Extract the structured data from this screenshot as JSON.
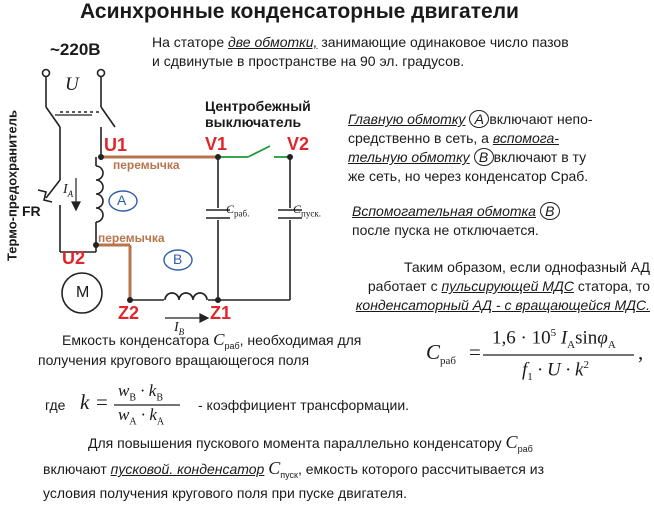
{
  "title": "Асинхронные конденсаторные двигатели",
  "supply": "~220В",
  "labels": {
    "u": "U",
    "centrifugal_line1": "Центробежный",
    "centrifugal_line2": "выключатель",
    "u1": "U1",
    "v1": "V1",
    "v2": "V2",
    "u2": "U2",
    "z1": "Z1",
    "z2": "Z2",
    "jumper_top": "перемычка",
    "jumper_bottom": "перемычка",
    "fr": "FR",
    "thermo": "Термо-предохранитель",
    "ia_i": "I",
    "ia_sub": "A",
    "ib_i": "I",
    "ib_sub": "B",
    "a": "A",
    "b": "B",
    "m": "M",
    "c_work": "C",
    "c_work_sub": "раб.",
    "c_start": "C",
    "c_start_sub": "пуск."
  },
  "right_text": {
    "p1_line1_a": "На статоре ",
    "p1_line1_b": "две обмотки,",
    "p1_line1_c": " занимающие одинаковое число пазов",
    "p1_line2": "и сдвинутые в пространстве на 90 эл. градусов.",
    "p2_a": "Главную обмотку",
    "p2_circle": "A",
    "p2_b": "включают непо-",
    "p2_line2_a": "средственно в сеть, а ",
    "p2_line2_b": "вспомога-",
    "p2_line3_a": "тельную обмотку",
    "p2_circle2": "B",
    "p2_line3_b": "включают в ту",
    "p2_line4": "же сеть, но через конденсатор Сраб.",
    "p3_a": "Вспомогательная обмотка",
    "p3_circle": "B",
    "p3_line2": "после пуска не отключается.",
    "p4_line1": "Таким образом, если однофазный АД",
    "p4_line2_a": "работает с ",
    "p4_line2_b": "пульсирующей МДС",
    "p4_line2_c": " статора, то",
    "p4_line3": "конденсаторный АД - с вращающейся МДС."
  },
  "bottom_text": {
    "cap_a": "Емкость конденсатора ",
    "cap_sym": "C",
    "cap_sub": "раб",
    "cap_b": ", необходимая для",
    "cap_line2": "получения кругового вращающегося поля",
    "formula_lhs": "C",
    "formula_lhs_sub": "раб",
    "formula_eq": "=",
    "formula_num": "1,6 · 10",
    "formula_num_exp": "5",
    "formula_num_rest": " I",
    "formula_num_sub": "A",
    "formula_num_sin": "sin",
    "formula_num_phi": "φ",
    "formula_num_phi_sub": "A",
    "formula_den": "f",
    "formula_den_sub": "1",
    "formula_den_rest": " · U · k",
    "formula_den_exp": "2",
    "formula_comma": ",",
    "where": "где",
    "k_sym": "k",
    "k_eq": "=",
    "k_num": "w",
    "k_num_sub": "B",
    "k_num_mid": " · k",
    "k_num_sub2": "B",
    "k_den": "w",
    "k_den_sub": "A",
    "k_den_mid": " · k",
    "k_den_sub2": "A",
    "k_desc": "- коэффициент трансформации.",
    "last_line1_a": "Для повышения пускового момента параллельно конденсатору ",
    "last_sym1": "C",
    "last_sym1_sub": "раб",
    "last_line2_a": "включают ",
    "last_line2_b": "пусковой. конденсатор",
    "last_sym2": "C",
    "last_sym2_sub": "пуск",
    "last_line2_c": ", емкость которого рассчитывается из",
    "last_line3": "условия получения кругового поля при пуске двигателя."
  },
  "colors": {
    "red": "#e0262b",
    "brown": "#b8744d",
    "green": "#1e9a3a",
    "blue": "#2f5dab",
    "wire": "#222222"
  }
}
